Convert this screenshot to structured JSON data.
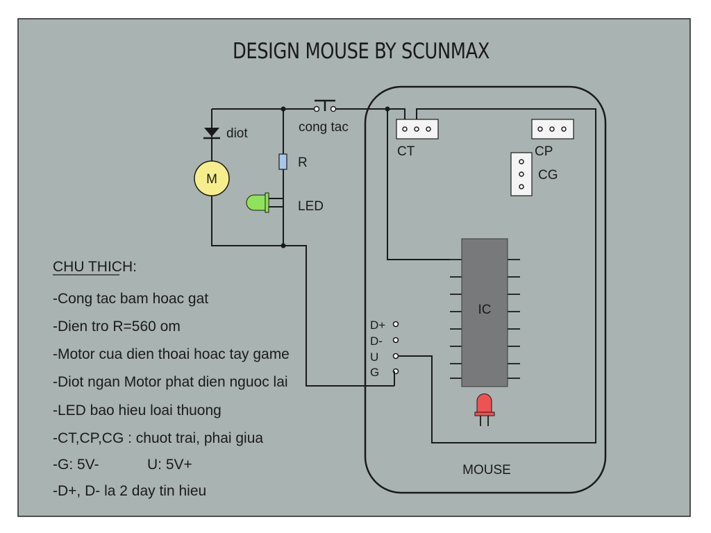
{
  "title": "DESIGN MOUSE BY SCUNMAX",
  "colors": {
    "background": "#a9b3b1",
    "ic_body": "#77797a",
    "motor": "#f6ee8c",
    "green_led": "#8fe25a",
    "red_led": "#ee5252",
    "resistor": "#a9c7ea",
    "connector": "#f4f4f4"
  },
  "labels": {
    "diode": "diot",
    "motor": "M",
    "resistor": "R",
    "switch": "cong tac",
    "led": "LED",
    "ct": "CT",
    "cp": "CP",
    "cg": "CG",
    "ic": "IC",
    "mouse": "MOUSE",
    "pin_dplus": "D+",
    "pin_dminus": "D-",
    "pin_u": "U",
    "pin_g": "G"
  },
  "legend": {
    "heading": "CHU THICH:",
    "lines": [
      "-Cong tac bam hoac gat",
      "-Dien tro R=560 om",
      "-Motor cua dien thoai hoac tay game",
      "-Diot ngan Motor phat dien nguoc lai",
      "-LED bao hieu loai thuong",
      "-CT,CP,CG : chuot trai, phai giua"
    ],
    "power_g": "-G:  5V-",
    "power_u": "U:  5V+",
    "last_line": "-D+, D- la 2 day tin hieu"
  }
}
